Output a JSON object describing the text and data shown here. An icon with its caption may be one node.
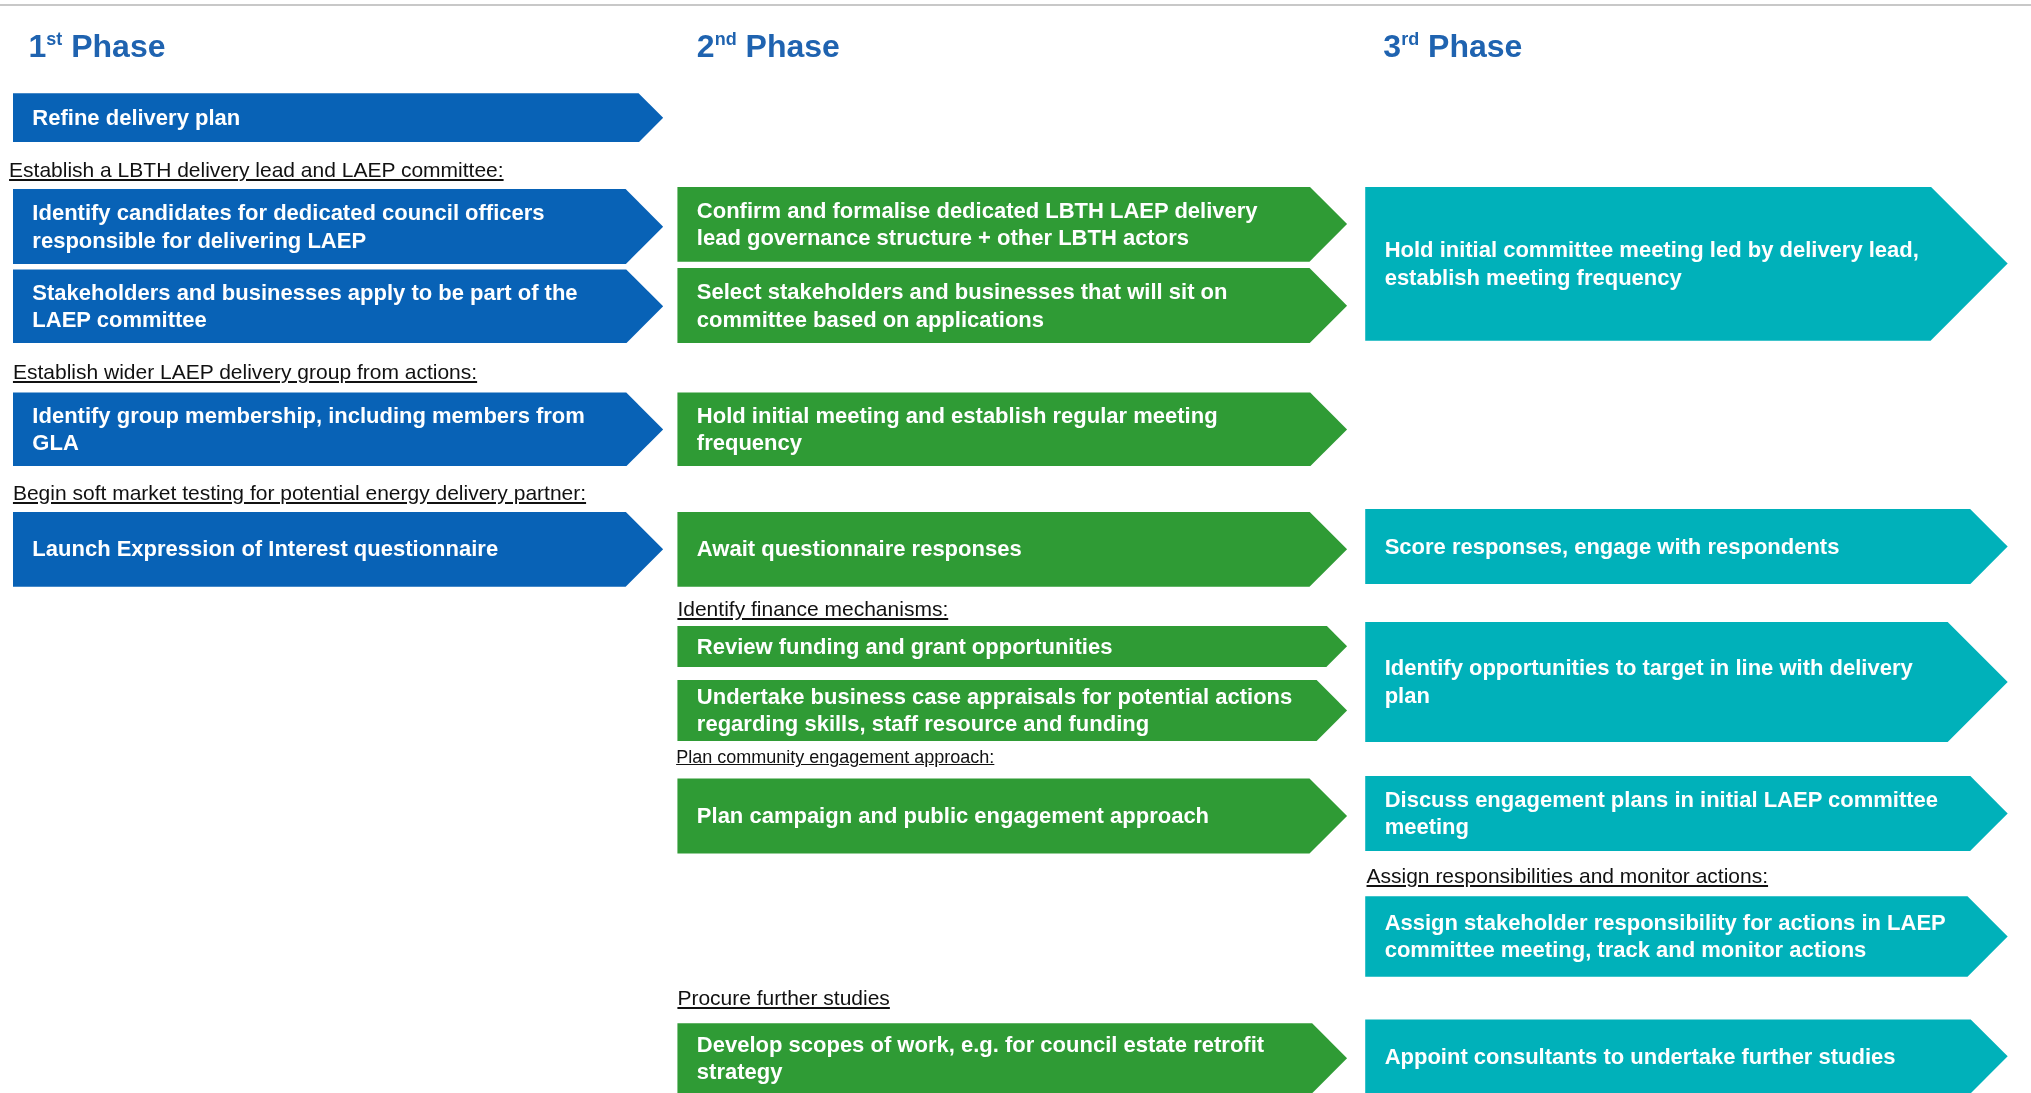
{
  "diagram": {
    "nodes": [
      {
        "text": [
          "Refine delivery plan"
        ]
      },
      {
        "text": [
          "Identify candidates for dedicated council officers responsible for delivering LAEP"
        ]
      },
      {
        "text": [
          "Confirm and formalise dedicated LBTH LAEP delivery lead governance structure + other LBTH actors"
        ]
      },
      {
        "text": [
          "Hold initial committee meeting led by delivery lead, establish meeting frequency"
        ]
      },
      {
        "text": [
          "Stakeholders and businesses apply to be part of the LAEP committee"
        ]
      },
      {
        "text": [
          "Select stakeholders and businesses that will sit on committee based on applications"
        ]
      },
      {
        "text": [
          "Identify group membership, including members from GLA"
        ]
      },
      {
        "text": [
          "Hold initial meeting and establish regular meeting frequency"
        ]
      },
      {
        "text": [
          "Launch Expression of Interest questionnaire"
        ]
      },
      {
        "text": [
          "Await questionnaire responses"
        ]
      },
      {
        "text": [
          "Score responses, engage with respondents"
        ]
      },
      {
        "text": [
          "Review funding and grant opportunities"
        ]
      },
      {
        "text": [
          "Identify opportunities to target in line with delivery plan"
        ]
      },
      {
        "text": [
          "Undertake business case appraisals for potential actions regarding skills, staff resource and funding"
        ]
      },
      {
        "text": [
          "Plan campaign and public engagement approach"
        ]
      },
      {
        "text": [
          "Discuss engagement plans in initial LAEP committee meeting"
        ]
      },
      {
        "text": [
          "Assign stakeholder responsibility for actions in LAEP committee meeting, track and monitor actions"
        ]
      },
      {
        "text": [
          "Develop scopes of work, e.g. for council estate retrofit strategy"
        ]
      },
      {
        "text": [
          "Appoint consultants to undertake further studies"
        ]
      }
    ],
    "labels": [
      "1$^{st}$ Phase",
      "2$^{nd}$ Phase",
      "3$^{rd}$ Phase",
      "Establish a LBTH delivery lead and LAEP committee:",
      "Establish wider LAEP delivery group from actions:",
      "Begin soft market testing for potential energy delivery partner:",
      "Identify finance mechanisms:",
      "Plan community engagement approach:",
      "Assign responsibilities and monitor actions:",
      "Procure further studies"
    ]
  }
}
